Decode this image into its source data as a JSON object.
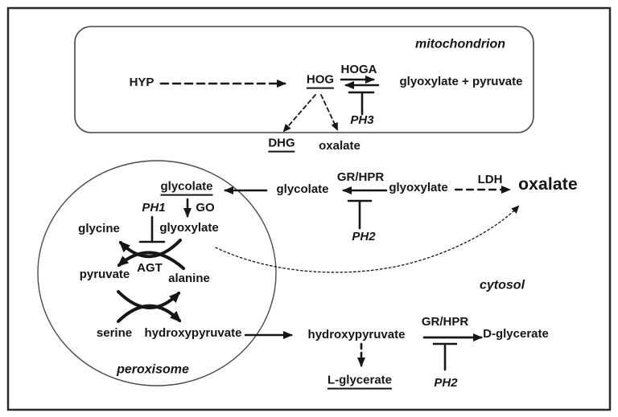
{
  "title": "Glyoxylate and oxalate metabolism pathway (primary hyperoxaluria PH1 / PH2 / PH3)",
  "colors": {
    "ink": "#161616",
    "compartment_outline": "#454545",
    "frame": "#2b2b2b",
    "background": "#ffffff"
  },
  "labels": {
    "mitochondrion": "mitochondrion",
    "hyp": "HYP",
    "hog": "HOG",
    "hoga": "HOGA",
    "ph3": "PH3",
    "glyoxylate_pyruvate": "glyoxylate + pyruvate",
    "dhg": "DHG",
    "oxalate_mito": "oxalate",
    "glycolate_perox": "glycolate",
    "glycolate_cytosol": "glycolate",
    "grhpr_1": "GR/HPR",
    "glyoxylate_cytosol": "glyoxylate",
    "ldh": "LDH",
    "oxalate_cytosol": "oxalate",
    "ph2_1": "PH2",
    "ph1": "PH1",
    "go": "GO",
    "glycine": "glycine",
    "glyoxylate_perox": "glyoxylate",
    "agt": "AGT",
    "pyruvate": "pyruvate",
    "alanine": "alanine",
    "serine": "serine",
    "hydroxypyruvate_perox": "hydroxypyruvate",
    "peroxisome": "peroxisome",
    "hydroxypyruvate_cytosol": "hydroxypyruvate",
    "grhpr_2": "GR/HPR",
    "d_glycerate": "D-glycerate",
    "ph2_2": "PH2",
    "l_glycerate": "L-glycerate",
    "cytosol": "cytosol"
  },
  "underlined_metabolites": [
    "HOG",
    "DHG",
    "glycolate (peroxisome)",
    "L-glycerate"
  ],
  "edges": [
    {
      "from": "HYP",
      "to": "HOG",
      "style": "dashed",
      "compartment": "mitochondrion"
    },
    {
      "from": "HOG",
      "to": "glyoxylate + pyruvate",
      "enzyme": "HOGA",
      "style": "reversible",
      "inhibited_in": "PH3",
      "compartment": "mitochondrion"
    },
    {
      "from": "HOG",
      "to": "DHG",
      "style": "dashed"
    },
    {
      "from": "HOG",
      "to": "oxalate",
      "style": "dashed"
    },
    {
      "from": "glycolate (cytosol)",
      "to": "glycolate (peroxisome)",
      "style": "solid"
    },
    {
      "from": "glyoxylate (cytosol)",
      "to": "glycolate (cytosol)",
      "enzyme": "GR/HPR",
      "style": "solid",
      "inhibited_in": "PH2"
    },
    {
      "from": "glyoxylate (cytosol)",
      "to": "oxalate (cytosol)",
      "enzyme": "LDH",
      "style": "dashed"
    },
    {
      "from": "glycolate (peroxisome)",
      "to": "glyoxylate (peroxisome)",
      "enzyme": "GO",
      "style": "solid"
    },
    {
      "from": "glyoxylate (peroxisome)",
      "to": "glycine",
      "enzyme": "AGT",
      "style": "curved",
      "inhibited_in": "PH1"
    },
    {
      "from": "alanine",
      "to": "pyruvate",
      "enzyme": "AGT",
      "style": "curved"
    },
    {
      "from": "pyruvate",
      "to": "alanine",
      "enzyme": "AGT",
      "style": "curved"
    },
    {
      "from": "serine",
      "to": "hydroxypyruvate (peroxisome)",
      "enzyme": "AGT",
      "style": "curved"
    },
    {
      "from": "glyoxylate (peroxisome)",
      "to": "oxalate (cytosol)",
      "style": "dotted"
    },
    {
      "from": "hydroxypyruvate (peroxisome)",
      "to": "hydroxypyruvate (cytosol)",
      "style": "solid"
    },
    {
      "from": "hydroxypyruvate (cytosol)",
      "to": "D-glycerate",
      "enzyme": "GR/HPR",
      "style": "solid",
      "inhibited_in": "PH2"
    },
    {
      "from": "hydroxypyruvate (cytosol)",
      "to": "L-glycerate",
      "style": "dashed"
    }
  ]
}
